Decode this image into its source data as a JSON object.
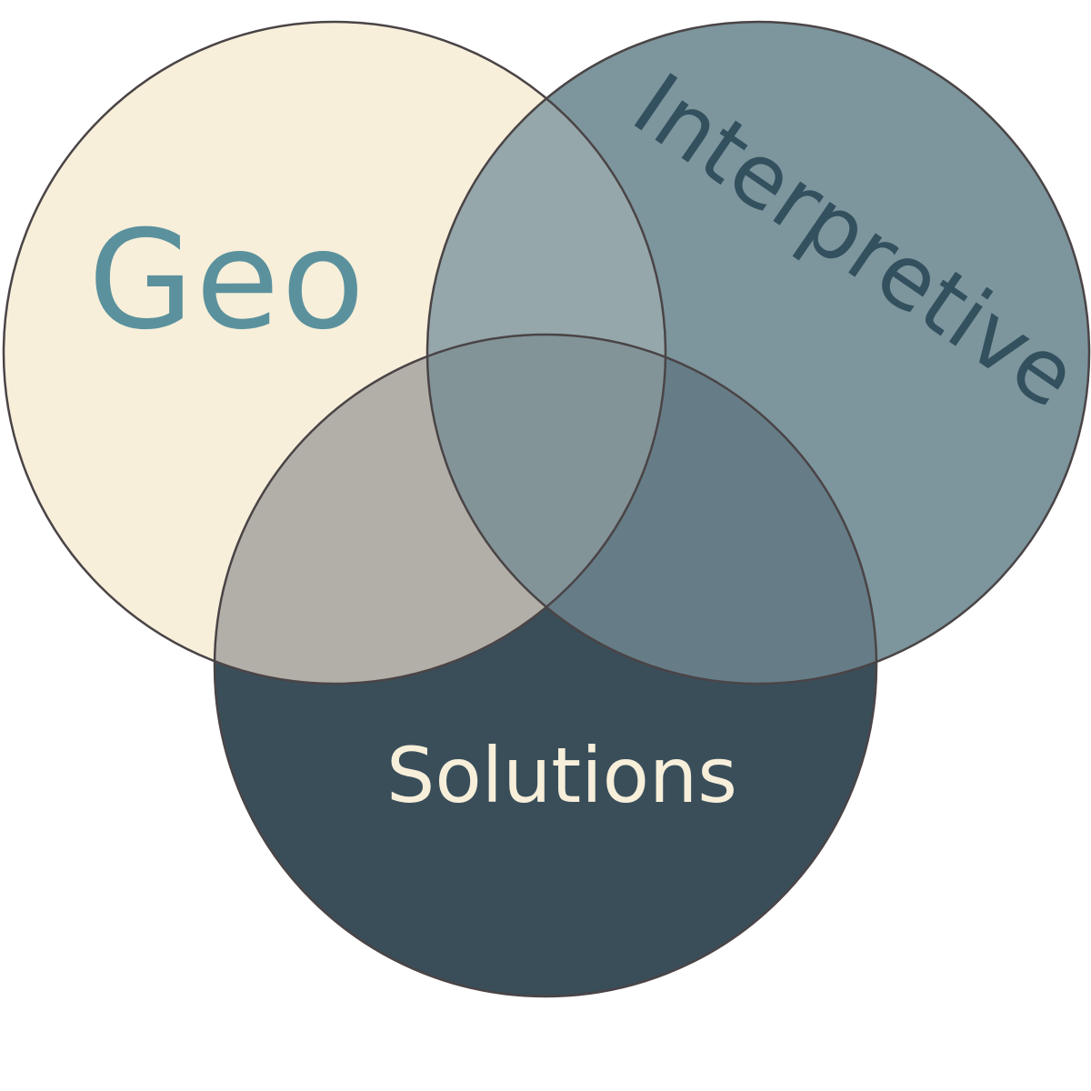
{
  "diagram": {
    "sets": [
      {
        "id": "geo",
        "label": "Geo",
        "fill": "#f7efda",
        "text_color": "#5b919d"
      },
      {
        "id": "interpretive",
        "label": "Interpretive",
        "fill": "#7d959c",
        "text_color": "#33505f"
      },
      {
        "id": "solutions",
        "label": "Solutions",
        "fill": "#3a4e5a",
        "text_color": "#f7efda"
      }
    ],
    "overlaps": {
      "geo_interpretive": "#95a7aa",
      "geo_solutions": "#b2afa8",
      "interpretive_solutions": "#667d87",
      "center": "#839498"
    },
    "outline_color": "#4a4446"
  }
}
